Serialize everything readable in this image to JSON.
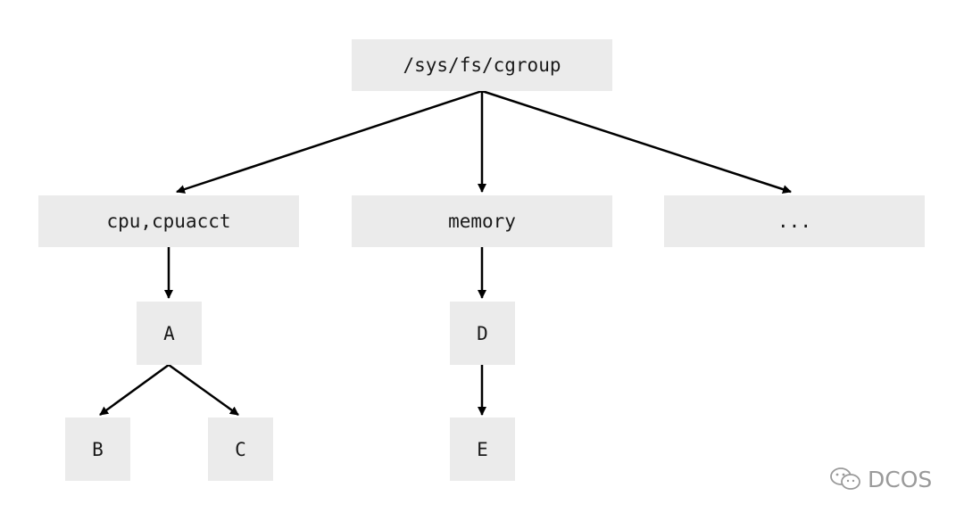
{
  "diagram": {
    "root": {
      "label": "/sys/fs/cgroup"
    },
    "nodes": {
      "cpu": {
        "label": "cpu,cpuacct"
      },
      "memory": {
        "label": "memory"
      },
      "other": {
        "label": "..."
      },
      "a": {
        "label": "A"
      },
      "b": {
        "label": "B"
      },
      "c": {
        "label": "C"
      },
      "d": {
        "label": "D"
      },
      "e": {
        "label": "E"
      }
    },
    "edges": [
      [
        "/sys/fs/cgroup",
        "cpu,cpuacct"
      ],
      [
        "/sys/fs/cgroup",
        "memory"
      ],
      [
        "/sys/fs/cgroup",
        "..."
      ],
      [
        "cpu,cpuacct",
        "A"
      ],
      [
        "A",
        "B"
      ],
      [
        "A",
        "C"
      ],
      [
        "memory",
        "D"
      ],
      [
        "D",
        "E"
      ]
    ]
  },
  "watermark": {
    "text": "DCOS",
    "icon": "wechat-icon"
  }
}
